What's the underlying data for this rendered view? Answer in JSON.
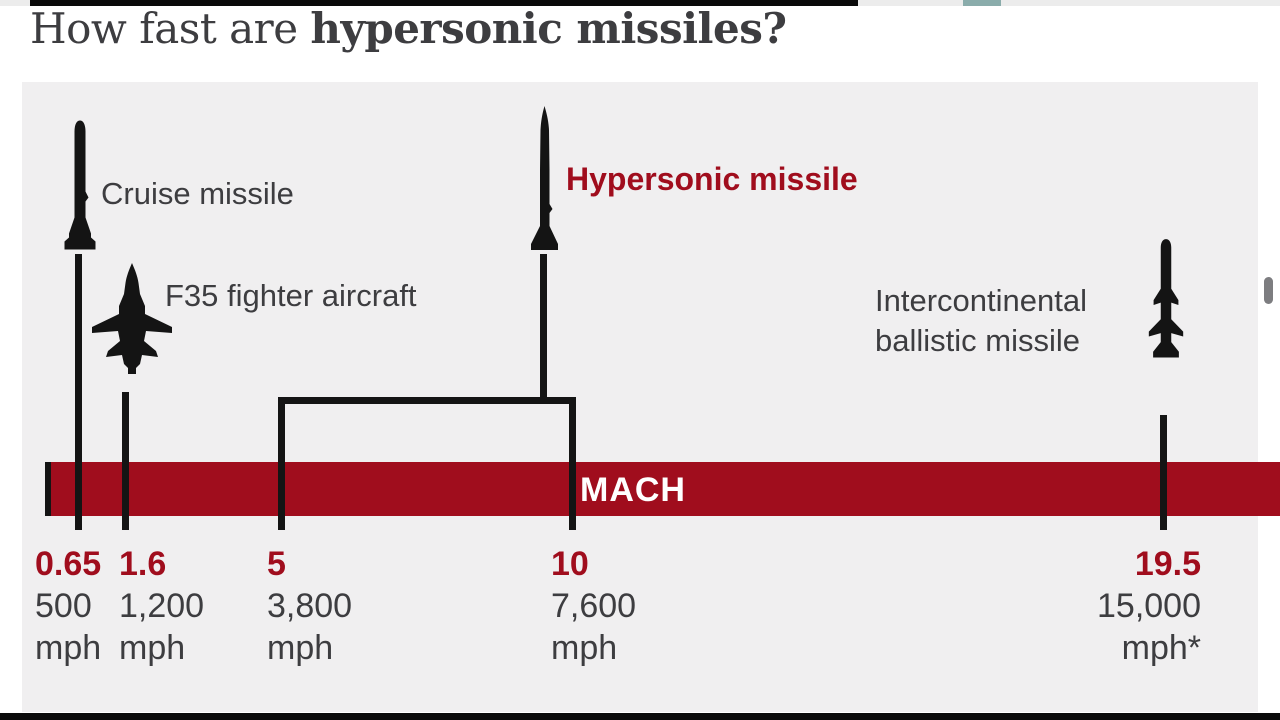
{
  "colors": {
    "accent_red": "#a00d1d",
    "text_dark": "#3d3d40",
    "icon_black": "#141414",
    "panel_bg": "#f0eff0",
    "page_bg": "#ffffff",
    "progress_track": "#ececec",
    "progress_played": "#0a0a0a",
    "progress_marker_teal": "#8aacab",
    "scrollbar_gray": "#7d7d80",
    "mach_text_white": "#ffffff"
  },
  "title": {
    "regular": "How fast are ",
    "bold": "hypersonic missiles?"
  },
  "labels": {
    "cruise": "Cruise missile",
    "f35": "F35 fighter aircraft",
    "hypersonic": "Hypersonic missile",
    "icbm_line1": "Intercontinental",
    "icbm_line2": "ballistic missile"
  },
  "scale": {
    "label": "MACH"
  },
  "markers": [
    {
      "mach": "0.65",
      "speed": "500",
      "unit": "mph"
    },
    {
      "mach": "1.6",
      "speed": "1,200",
      "unit": "mph"
    },
    {
      "mach": "5",
      "speed": "3,800",
      "unit": "mph"
    },
    {
      "mach": "10",
      "speed": "7,600",
      "unit": "mph"
    },
    {
      "mach": "19.5",
      "speed": "15,000",
      "unit": "mph*"
    }
  ],
  "chart_data": {
    "type": "scatter",
    "title": "How fast are hypersonic missiles?",
    "xlabel": "MACH",
    "x_axis": {
      "unit": "Mach number",
      "range_shown": [
        0,
        20.5
      ],
      "grid": false
    },
    "points": [
      {
        "label": "Cruise missile",
        "mach": 0.65,
        "mph": 500
      },
      {
        "label": "F35 fighter aircraft",
        "mach": 1.6,
        "mph": 1200
      },
      {
        "label": "Hypersonic missile",
        "mach_min": 5,
        "mach_max": 10,
        "mph_min": 3800,
        "mph_max": 7600,
        "highlighted": true
      },
      {
        "label": "Intercontinental ballistic missile",
        "mach": 19.5,
        "mph": 15000,
        "note": "mph*"
      }
    ]
  }
}
